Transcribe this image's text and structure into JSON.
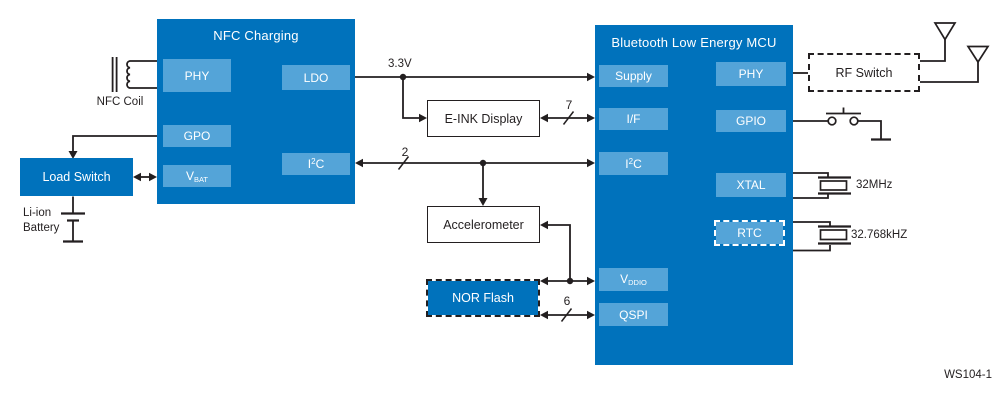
{
  "colors": {
    "block-dark": "#0072BC",
    "block-light": "#54A4D8",
    "line": "#231F20"
  },
  "nfc": {
    "title": "NFC Charging",
    "phy": "PHY",
    "ldo": "LDO",
    "gpo": "GPO",
    "vbat": {
      "base": "V",
      "sub": "BAT"
    },
    "i2c": {
      "base": "I",
      "sup": "2",
      "tail": "C"
    }
  },
  "mcu": {
    "title": "Bluetooth Low Energy MCU",
    "supply": "Supply",
    "iface": "I/F",
    "i2c": {
      "base": "I",
      "sup": "2",
      "tail": "C"
    },
    "vddio": {
      "base": "V",
      "sub": "DDIO"
    },
    "qspi": "QSPI",
    "phy": "PHY",
    "gpio": "GPIO",
    "xtal": "XTAL",
    "rtc": "RTC"
  },
  "blocks": {
    "load_switch": "Load Switch",
    "eink": "E-INK Display",
    "accelerometer": "Accelerometer",
    "nor_flash": "NOR Flash",
    "rf_switch": "RF Switch"
  },
  "labels": {
    "nfc_coil": "NFC Coil",
    "battery_line1": "Li-ion",
    "battery_line2": "Battery",
    "v33": "3.3V",
    "bus7": "7",
    "bus2": "2",
    "bus6": "6",
    "xtal_freq": "32MHz",
    "rtc_freq": "32.768kHZ",
    "doc_id": "WS104-1"
  }
}
